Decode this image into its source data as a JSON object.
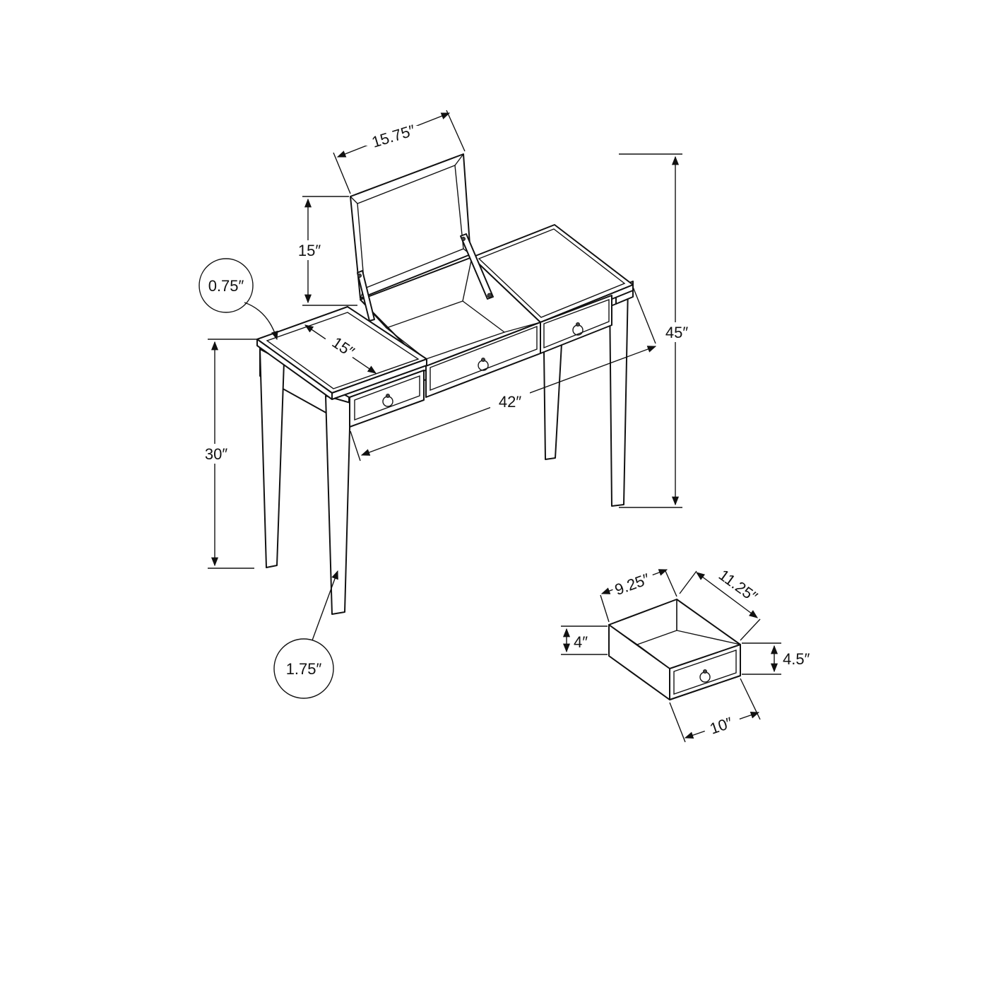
{
  "colors": {
    "line": "#111111",
    "background": "#ffffff"
  },
  "vanity": {
    "mirror_width": "15.75″",
    "mirror_height": "15″",
    "top_thickness": "0.75″",
    "side_depth": "15″",
    "table_width": "42″",
    "table_height": "30″",
    "overall_height": "45″",
    "leg_width": "1.75″"
  },
  "drawer": {
    "inner_width": "9.25″",
    "depth": "11.25″",
    "inner_height": "4″",
    "front_height": "4.5″",
    "front_width": "10″"
  }
}
